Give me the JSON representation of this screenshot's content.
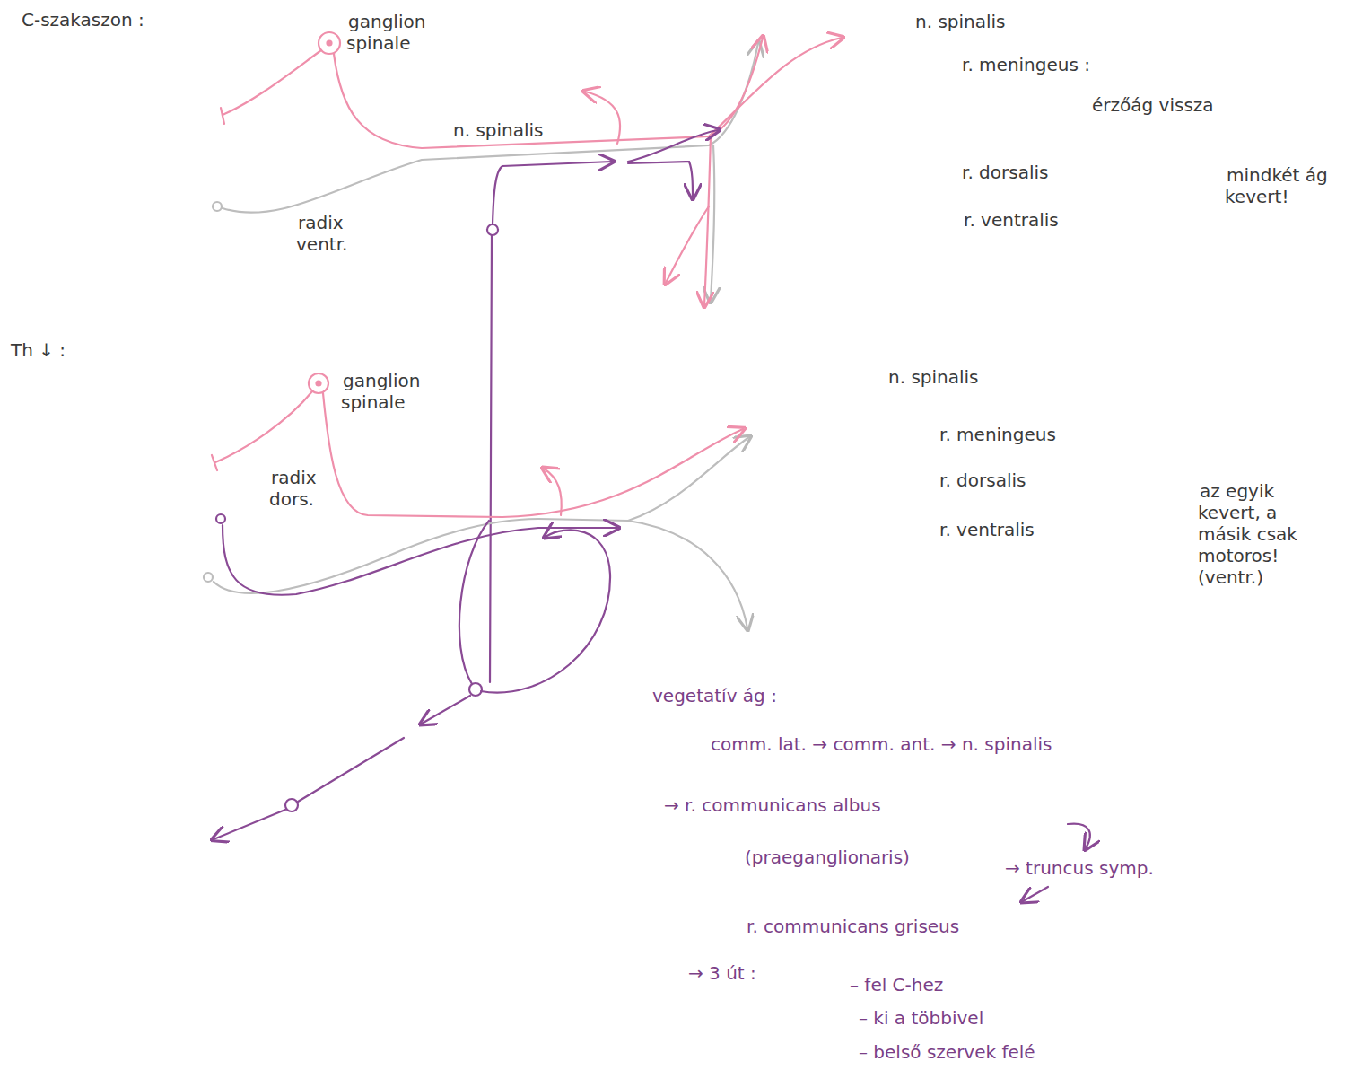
{
  "diagram": {
    "labels": [
      "C-szakaszon :",
      "ganglion spinale",
      "n. spinalis",
      "radix ventr.",
      "n. spinalis",
      "r. meningeus :",
      "érzőág vissza",
      "r. dorsalis",
      "r. ventralis",
      "mindkét ág kevert!",
      "Th ↓ :",
      "ganglion spinale",
      "radix dors.",
      "n. spinalis",
      "r. meningeus",
      "r. dorsalis",
      "r. ventralis",
      "az egyik kevert, a másik csak motoros! (ventr.)",
      "vegetatív ág :",
      "comm. lat. → comm. ant. → n. spinalis",
      "→ r. communicans albus",
      "(praeganglionaris)",
      "→ truncus symp.",
      "r. communicans griseus",
      "→ 3 út :",
      "– fel C-hez",
      "– ki a többivel",
      "– belső szervek felé"
    ]
  }
}
